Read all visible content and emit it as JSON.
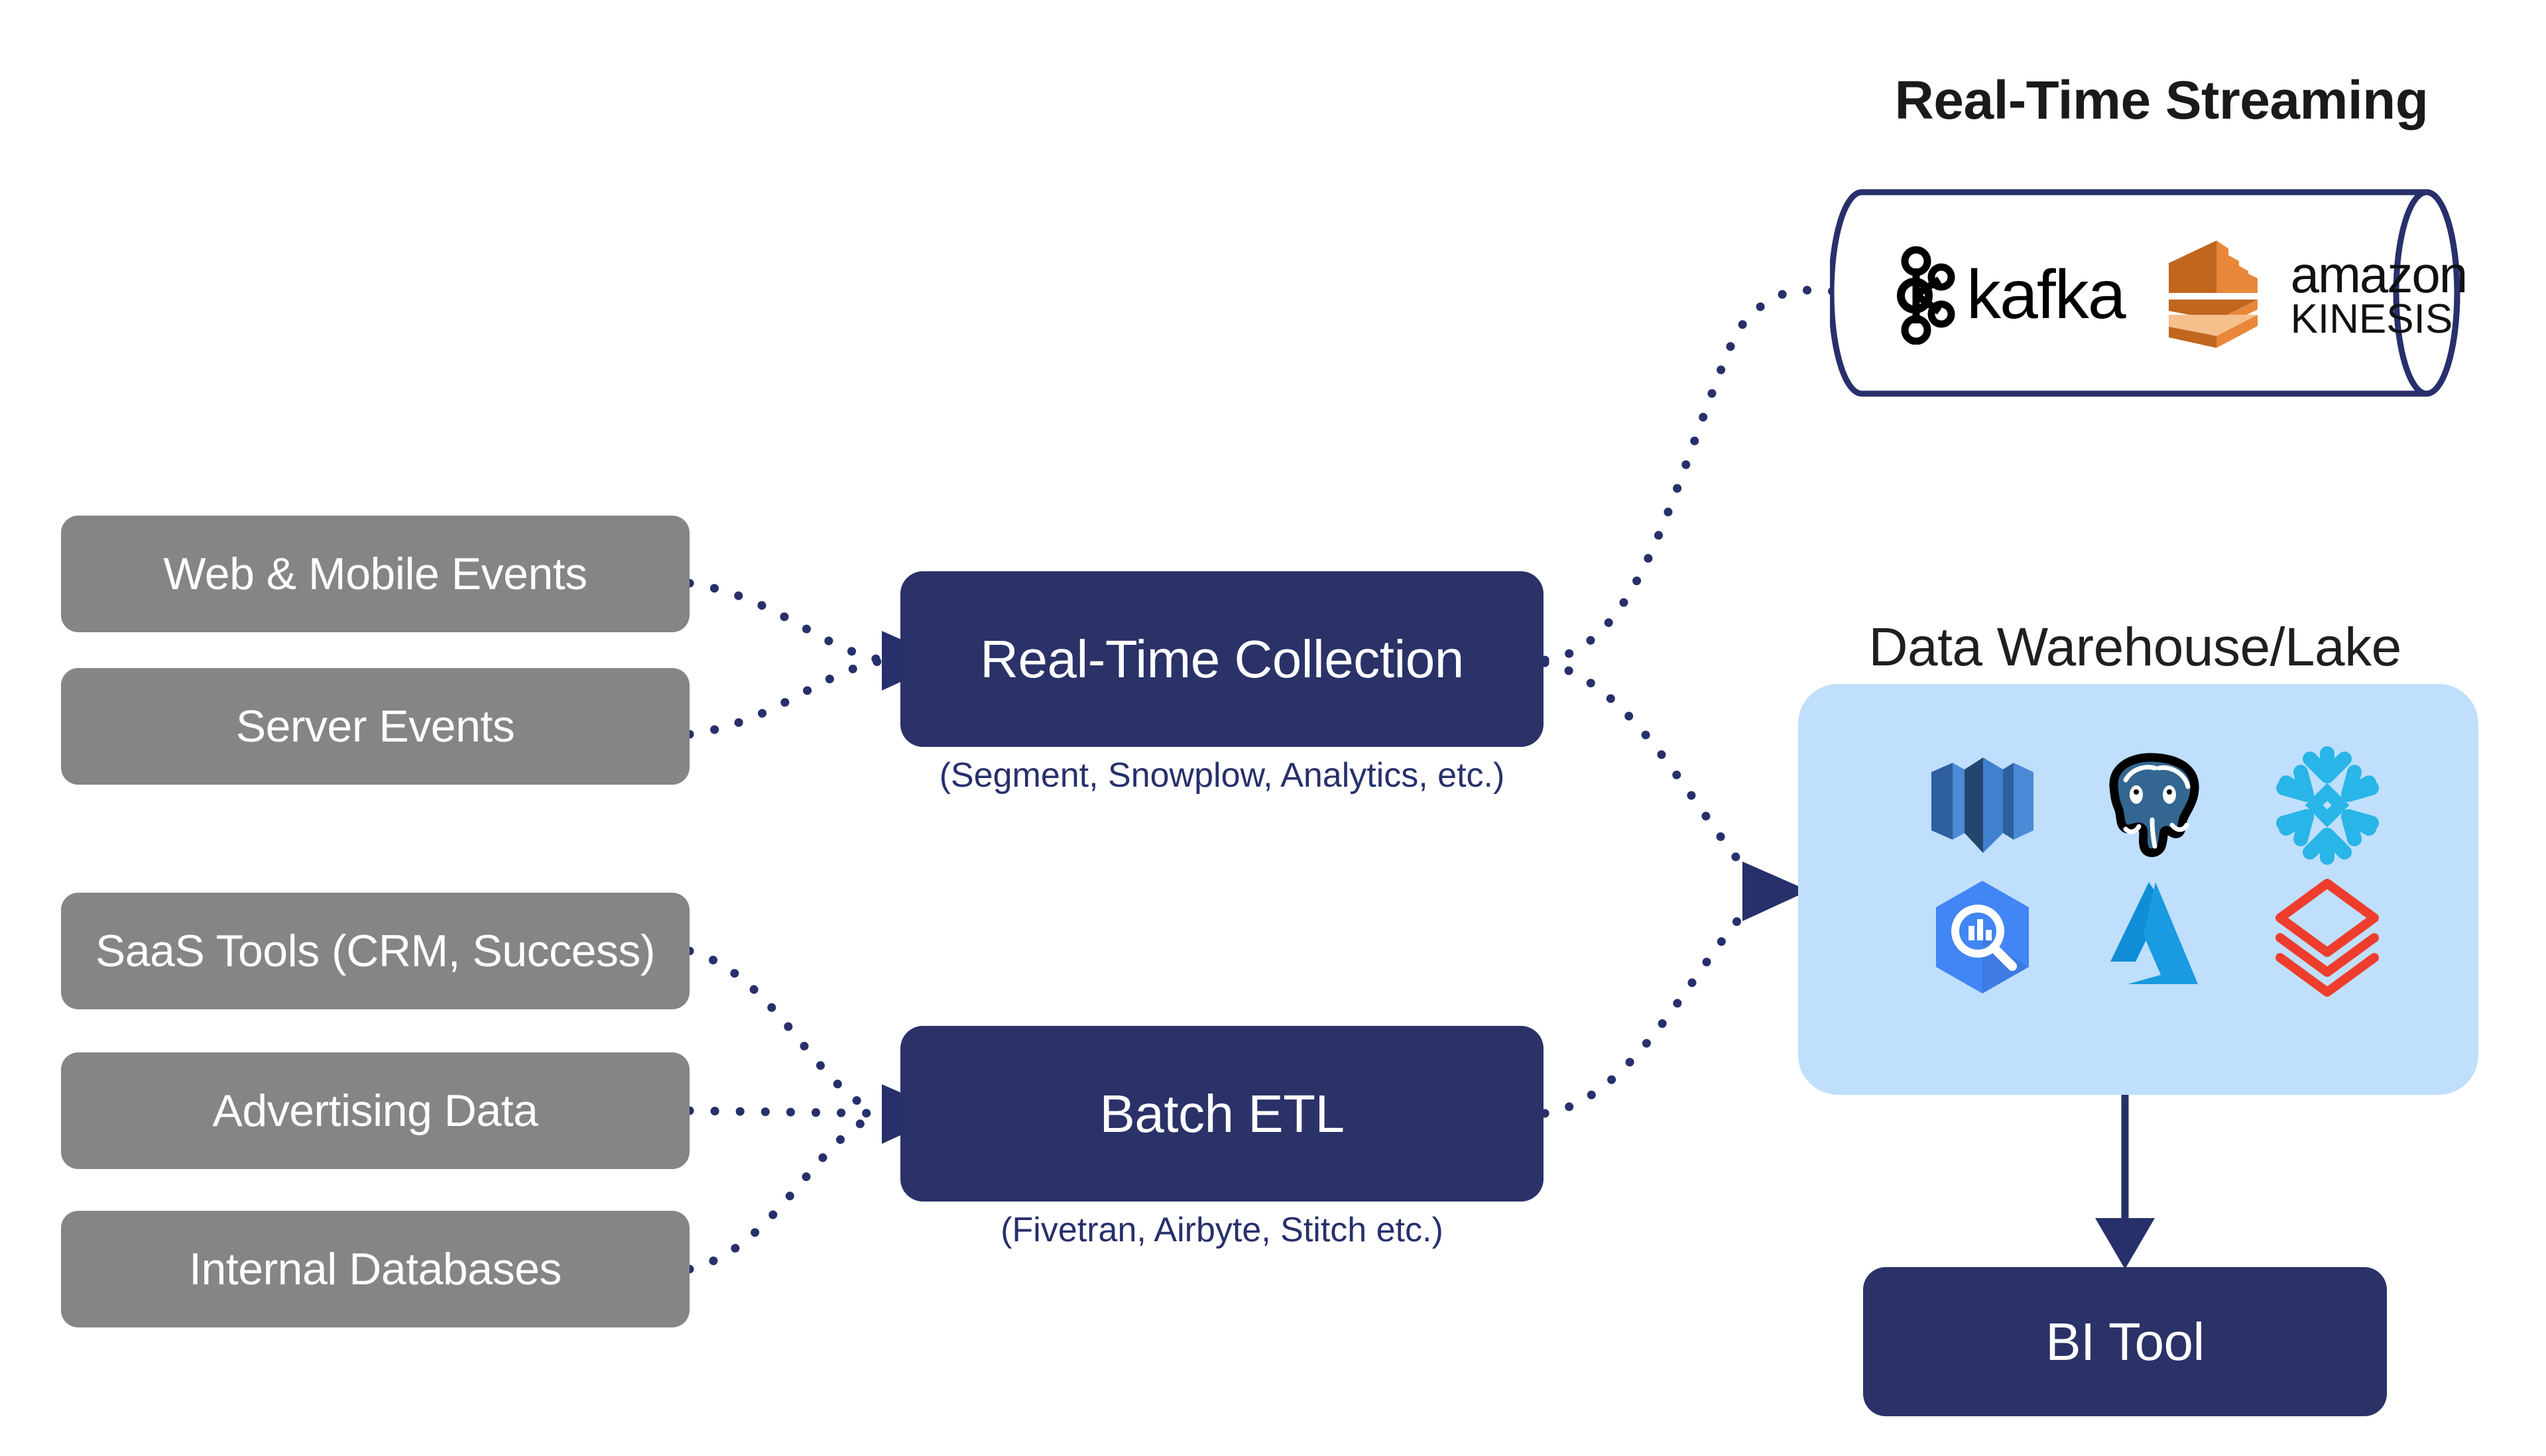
{
  "diagram": {
    "title_streaming": "Real-Time Streaming",
    "title_warehouse": "Data Warehouse/Lake",
    "colors": {
      "source_box": "#858585",
      "process_box": "#2a3268",
      "navy_line": "#27306b",
      "warehouse_panel": "#bfdffc",
      "kinesis_orange": "#e8873a",
      "snowflake_blue": "#29b5e8",
      "postgres_blue": "#336791",
      "databricks_red": "#ee3d2c",
      "bigquery_blue": "#4285f4",
      "azure_blue": "#0f8ed7",
      "redshift_blue": "#3c79c6"
    },
    "sources": [
      {
        "id": "web-mobile-events",
        "label": "Web & Mobile Events"
      },
      {
        "id": "server-events",
        "label": "Server Events"
      },
      {
        "id": "saas-tools",
        "label": "SaaS Tools (CRM, Success)"
      },
      {
        "id": "advertising-data",
        "label": "Advertising Data"
      },
      {
        "id": "internal-databases",
        "label": "Internal Databases"
      }
    ],
    "processors": [
      {
        "id": "real-time-collection",
        "label": "Real-Time Collection",
        "caption": "(Segment, Snowplow, Analytics, etc.)"
      },
      {
        "id": "batch-etl",
        "label": "Batch ETL",
        "caption": "(Fivetran, Airbyte, Stitch etc.)"
      }
    ],
    "streaming": {
      "logos": [
        {
          "id": "kafka",
          "name": "kafka-logo",
          "wordmark": "kafka"
        },
        {
          "id": "amazon-kinesis",
          "name": "amazon-kinesis-logo",
          "wordmark_top": "amazon",
          "wordmark_bottom": "KINESIS"
        }
      ]
    },
    "warehouse": {
      "logos": [
        {
          "id": "amazon-redshift",
          "name": "amazon-redshift-logo"
        },
        {
          "id": "postgresql",
          "name": "postgresql-logo"
        },
        {
          "id": "snowflake",
          "name": "snowflake-logo"
        },
        {
          "id": "google-bigquery",
          "name": "google-bigquery-logo"
        },
        {
          "id": "microsoft-azure",
          "name": "microsoft-azure-logo"
        },
        {
          "id": "databricks",
          "name": "databricks-logo"
        }
      ]
    },
    "bi_tool": {
      "id": "bi-tool",
      "label": "BI Tool"
    }
  }
}
